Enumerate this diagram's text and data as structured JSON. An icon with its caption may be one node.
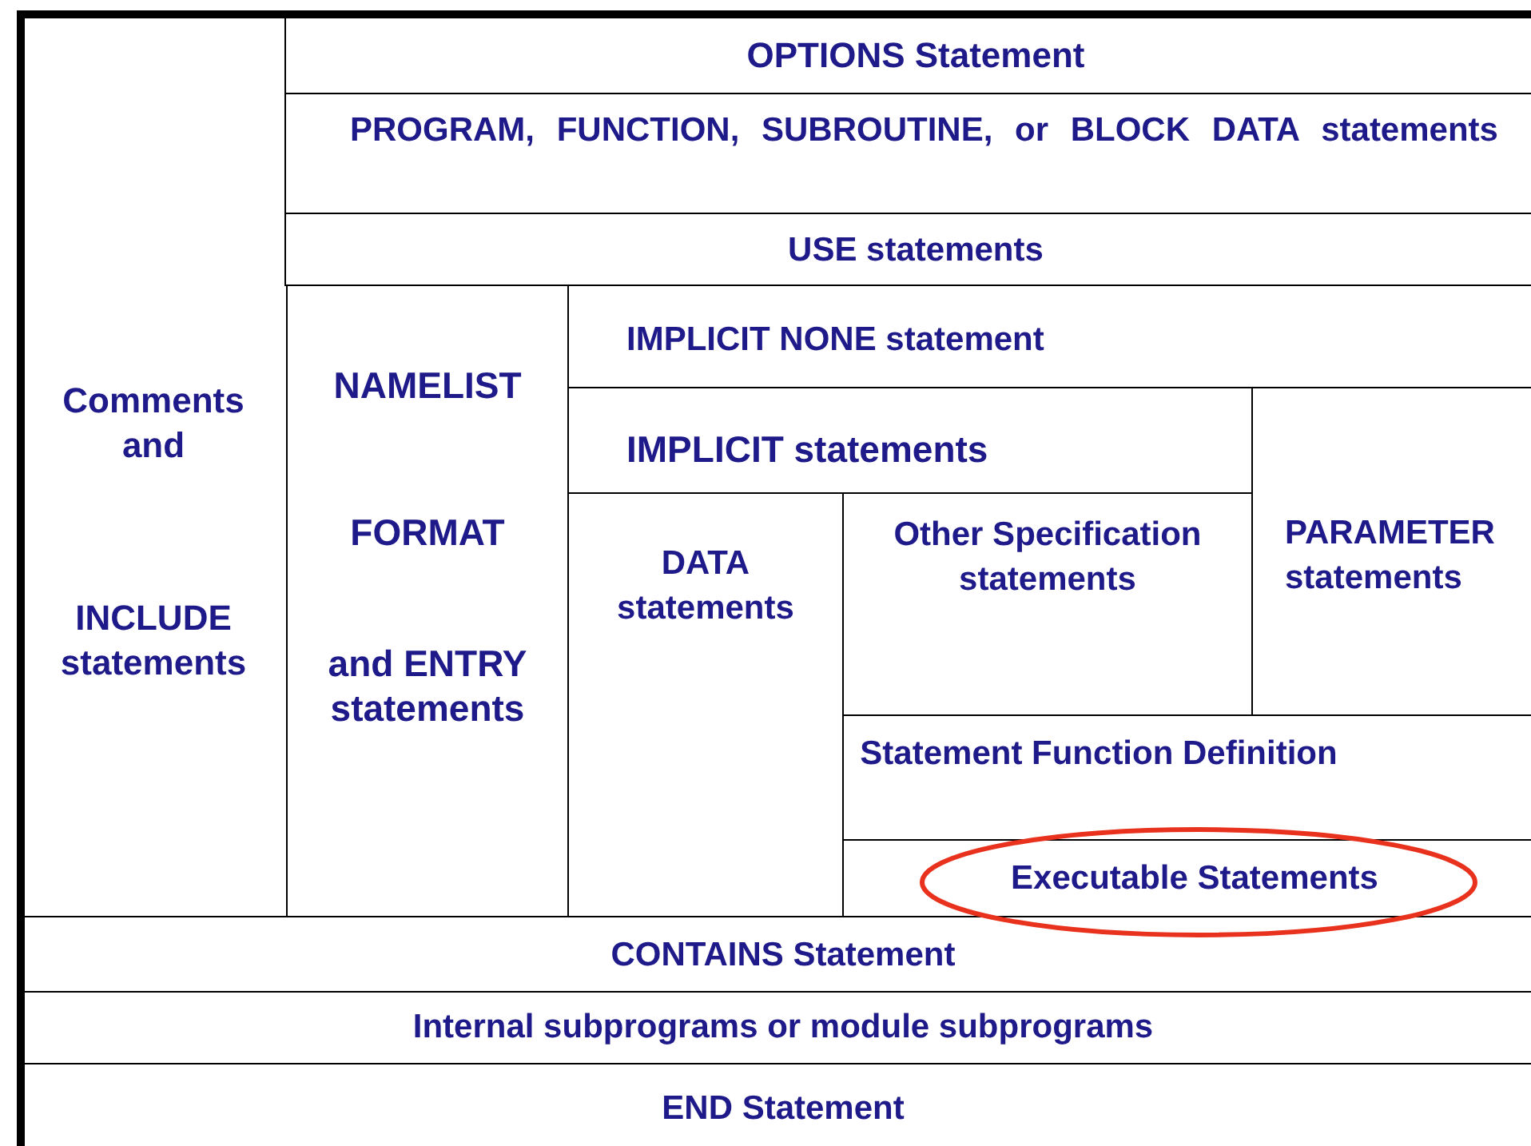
{
  "diagram": {
    "nodes": [
      {
        "text": [
          "Comments and",
          "INCLUDE statements"
        ]
      },
      {
        "text": [
          "OPTIONS Statement"
        ]
      },
      {
        "text": [
          "PROGRAM, FUNCTION, SUBROUTINE, or BLOCK DATA statements"
        ]
      },
      {
        "text": [
          "USE statements"
        ]
      },
      {
        "text": [
          "NAMELIST",
          "FORMAT",
          "and ENTRY statements"
        ]
      },
      {
        "text": [
          "IMPLICIT NONE statement"
        ]
      },
      {
        "text": [
          "IMPLICIT statements"
        ]
      },
      {
        "text": [
          "PARAMETER statements"
        ]
      },
      {
        "text": [
          "DATA statements"
        ]
      },
      {
        "text": [
          "Other Specification statements"
        ]
      },
      {
        "text": [
          "Statement Function Definition"
        ]
      },
      {
        "text": [
          "Executable Statements"
        ]
      },
      {
        "text": [
          "CONTAINS Statement"
        ]
      },
      {
        "text": [
          "Internal subprograms or module subprograms"
        ]
      },
      {
        "text": [
          "END Statement"
        ]
      }
    ]
  }
}
